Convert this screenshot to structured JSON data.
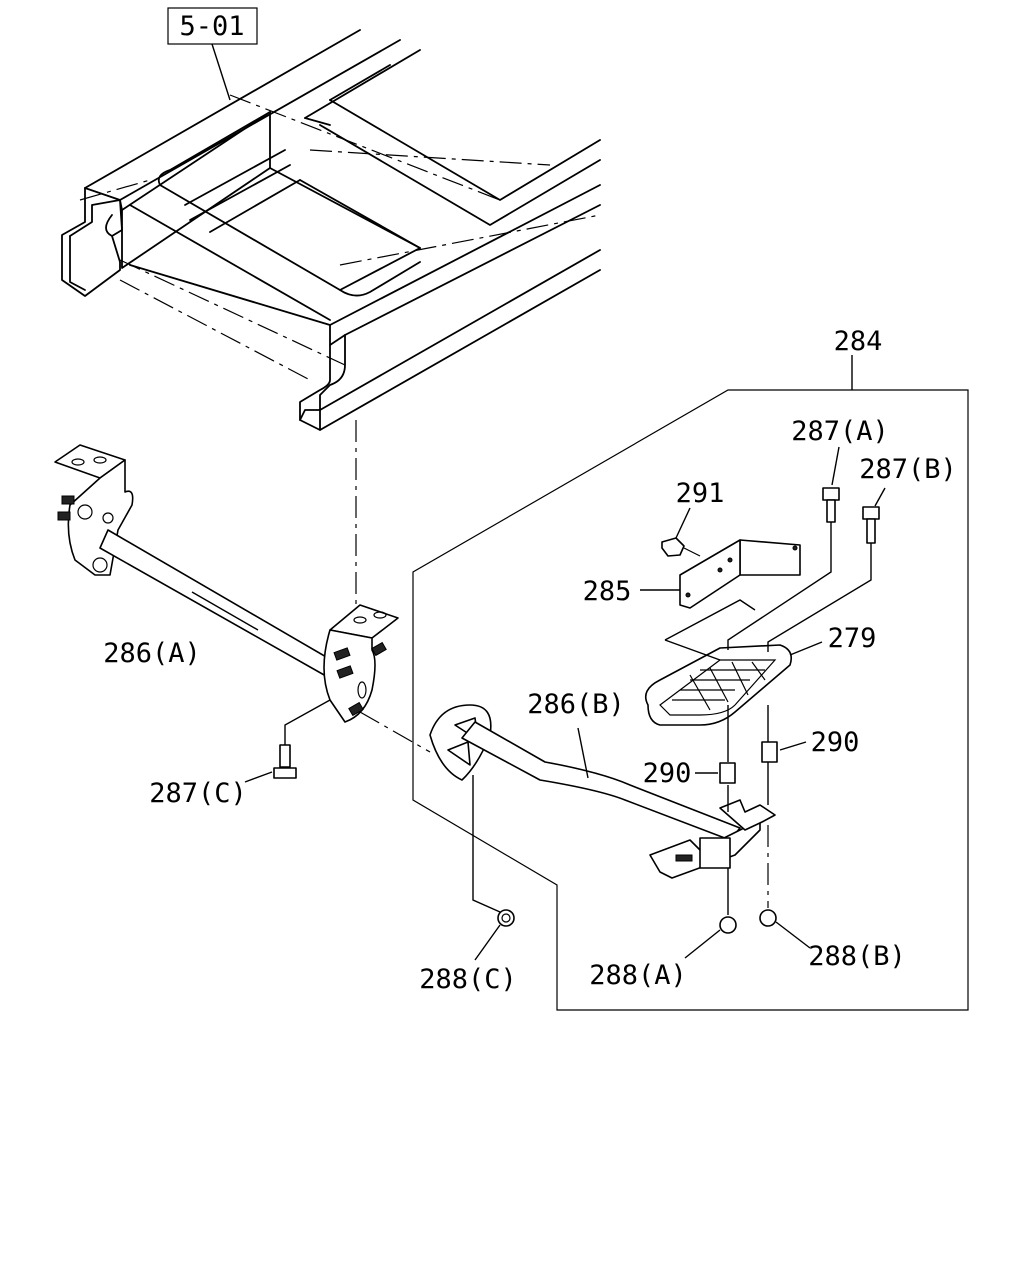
{
  "reference_box": "5-01",
  "callouts": {
    "c284": "284",
    "c287a": "287(A)",
    "c287b": "287(B)",
    "c291": "291",
    "c285": "285",
    "c279": "279",
    "c286a": "286(A)",
    "c286b": "286(B)",
    "c290_left": "290",
    "c290_right": "290",
    "c287c": "287(C)",
    "c288c": "288(C)",
    "c288a": "288(A)",
    "c288b": "288(B)"
  }
}
